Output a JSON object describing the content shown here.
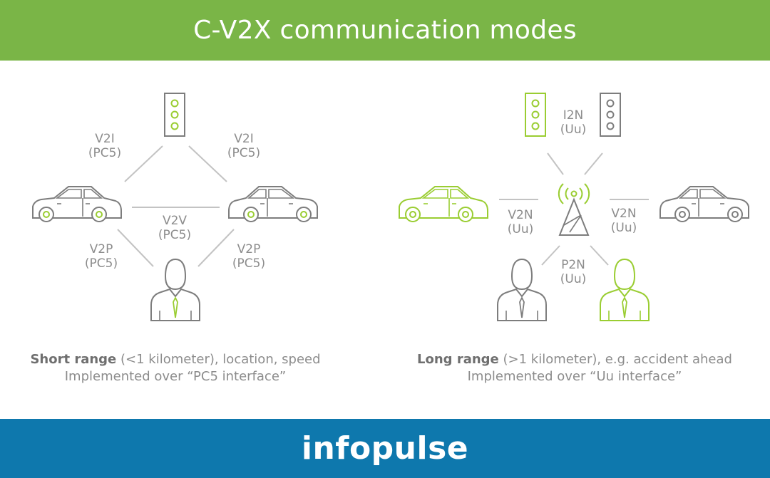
{
  "header": {
    "title": "C-V2X communication modes"
  },
  "left_panel": {
    "labels": {
      "v2i_left": [
        "V2I",
        "(PC5)"
      ],
      "v2i_right": [
        "V2I",
        "(PC5)"
      ],
      "v2v": [
        "V2V",
        "(PC5)"
      ],
      "v2p_left": [
        "V2P",
        "(PC5)"
      ],
      "v2p_right": [
        "V2P",
        "(PC5)"
      ]
    },
    "caption": {
      "bold": "Short range",
      "rest": " (<1 kilometer), location, speed",
      "line2": "Implemented over “PC5 interface”"
    }
  },
  "right_panel": {
    "labels": {
      "i2n": [
        "I2N",
        "(Uu)"
      ],
      "v2n_left": [
        "V2N",
        "(Uu)"
      ],
      "v2n_right": [
        "V2N",
        "(Uu)"
      ],
      "p2n": [
        "P2N",
        "(Uu)"
      ]
    },
    "caption": {
      "bold": "Long range",
      "rest": " (>1 kilometer), e.g. accident ahead",
      "line2": "Implemented over “Uu interface”"
    }
  },
  "footer": {
    "logo": "infopulse"
  },
  "colors": {
    "green": "#7ab547",
    "blue": "#0e78ad",
    "gray": "#8c8c8c",
    "icon_gray": "#7d7d7d",
    "accent_green": "#9acd32"
  }
}
